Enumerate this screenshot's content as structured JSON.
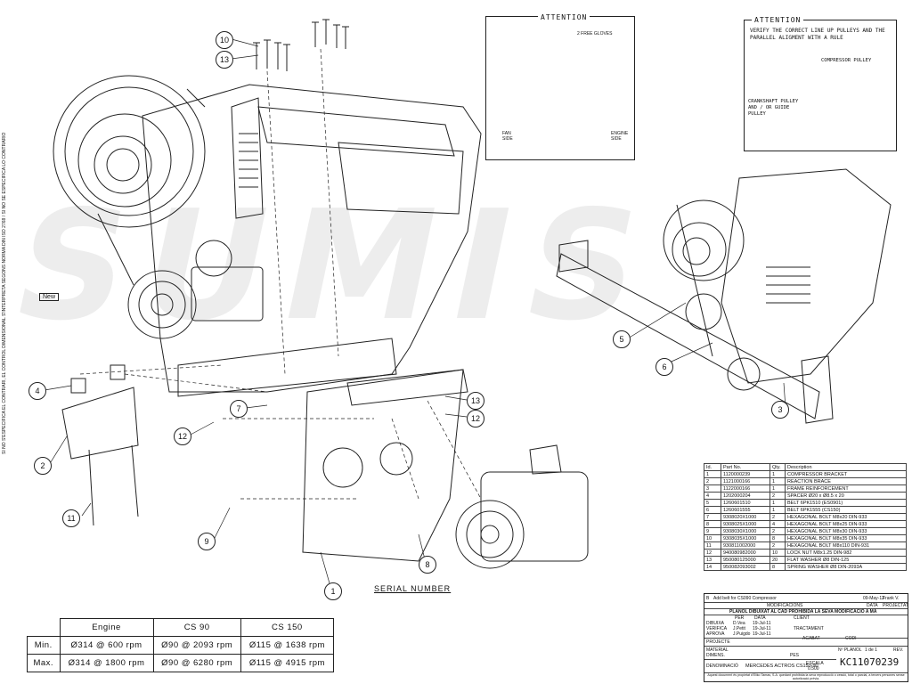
{
  "attention_left": {
    "title": "ATTENTION",
    "label_free_grooves": "2 FREE GLOVES",
    "label_fan_side": "FAN SIDE",
    "label_engine_side": "ENGINE SIDE"
  },
  "attention_right": {
    "title": "ATTENTION",
    "note": "VERIFY THE CORRECT LINE UP PULLEYS AND THE PARALLEL ALIGMENT WITH A RULE",
    "label_compressor": "COMPRESSOR PULLEY",
    "label_crankshaft": "CRANKSHAFT PULLEY AND / OR GUIDE PULLEY"
  },
  "callouts": [
    "1",
    "2",
    "3",
    "4",
    "5",
    "6",
    "7",
    "8",
    "9",
    "10",
    "11",
    "12",
    "13"
  ],
  "serial_number_label": "SERIAL NUMBER",
  "new_tag": "New",
  "watermark": "SUMIS",
  "left_note": "SI NO S'ESPECIFICA EL CONTRARI, EL CONTROL DIMENSIONAL S'INTERPRETA SEGONS NORMA DIN ISO 2768 / SI NO SE ESPECIFICA LO CONTRARIO",
  "parts_table": {
    "headers": [
      "Id.",
      "Part No.",
      "Qty.",
      "Description"
    ],
    "rows": [
      [
        "1",
        "1120000239",
        "1",
        "COMPRESSOR BRACKET"
      ],
      [
        "2",
        "1121000166",
        "1",
        "REACTION BRACE"
      ],
      [
        "3",
        "1122000166",
        "1",
        "FRAME REINFORCEMENT"
      ],
      [
        "4",
        "1202000204",
        "2",
        "SPACER Ø20 x Ø8.5 x 20"
      ],
      [
        "5",
        "1260601510",
        "1",
        "BELT 6PK1510 (ES0901)"
      ],
      [
        "6",
        "1260601555",
        "1",
        "BELT 6PK1555 (CS150)"
      ],
      [
        "7",
        "9308020X1000",
        "2",
        "HEXAGONAL BOLT M8x20 DIN-933"
      ],
      [
        "8",
        "9308025X1000",
        "4",
        "HEXAGONAL BOLT M8x25 DIN-933"
      ],
      [
        "9",
        "9308030X1000",
        "2",
        "HEXAGONAL BOLT M8x30 DIN-933"
      ],
      [
        "10",
        "9308035X1000",
        "8",
        "HEXAGONAL BOLT M8x35 DIN-933"
      ],
      [
        "11",
        "930811002000",
        "2",
        "HEXAGONAL BOLT M8x110 DIN-931"
      ],
      [
        "12",
        "940080982000",
        "10",
        "LOCK NUT M8x1.25 DIN-982"
      ],
      [
        "13",
        "950080125000",
        "20",
        "FLAT WASHER Ø8 DIN-125"
      ],
      [
        "14",
        "950082093002",
        "8",
        "SPRING WASHER Ø8 DIN-2093A"
      ]
    ]
  },
  "speed_table": {
    "headers": [
      "",
      "Engine",
      "CS 90",
      "CS 150"
    ],
    "rows": [
      [
        "Min.",
        "Ø314 @ 600 rpm",
        "Ø90 @ 2093 rpm",
        "Ø115 @ 1638 rpm"
      ],
      [
        "Max.",
        "Ø314 @ 1800 rpm",
        "Ø90 @ 6280 rpm",
        "Ø115 @ 4915 rpm"
      ]
    ]
  },
  "title_block": {
    "revision_note": "Add belt for CS090 Compressor",
    "revision_date": "09-May-12",
    "revision_author": "Frank V.",
    "rev_letter": "B",
    "modifications": "MODIFICACIONS",
    "date_col": "DATA",
    "project_col": "PROJECTAT",
    "copyright": "PLANOL DIBUIXAT AL CAD PROHIBIDA LA SEVA MODIFICACIÓ A MÀ",
    "per": "PER",
    "data": "DATA",
    "client": "CLIENT",
    "dibuixa": "DIBUIXA",
    "dibuixa_name": "D.Vea",
    "dibuixa_date": "19-Jul-11",
    "verifica": "VERIFICA",
    "verifica_name": "J.Petit",
    "verifica_date": "19-Jul-11",
    "aprova": "APROVA",
    "aprova_name": "J.Puigdo",
    "aprova_date": "19-Jul-11",
    "tractament": "TRACTAMENT",
    "projecte": "PROJECTE",
    "acabat": "ACABAT",
    "codi": "CODI",
    "material": "MATERIAL",
    "dimens": "DIMENS.",
    "pes": "PES",
    "denominacio": "DENOMINACIÓ",
    "denominacio_value": "MERCEDES ACTROS CS150-90",
    "escala": "ESCALA",
    "escala_value": "0.500",
    "planol_no": "Nº PLANOL",
    "sheet": "1 de 1",
    "rev": "REV.",
    "drawing_number": "KC11070239",
    "footer": "Aquest document és propietat d'Eliko Tamas, S.A. quedant prohibida la seva reproducció o cessió, total o parcial, a tercers persones sense autorització prèvia."
  },
  "colors": {
    "line": "#222222",
    "watermark_red": "#e8a0a0",
    "watermark_blue": "#a0c8f0"
  }
}
